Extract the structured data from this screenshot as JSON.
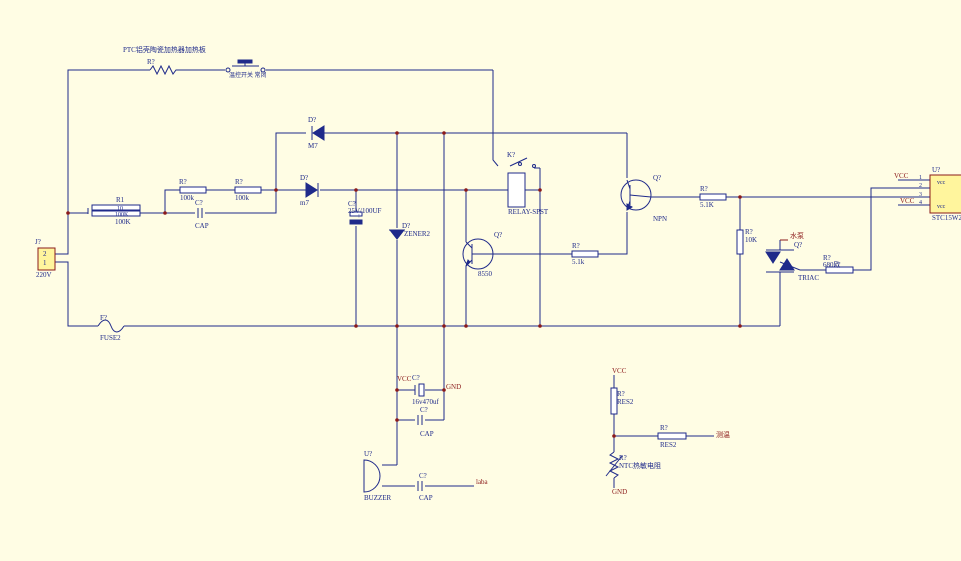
{
  "title": "PTC铝壳陶瓷加热器加热板",
  "components": {
    "r_ptc": "R?",
    "switch_label": "温控开关 常闭",
    "r1": {
      "ref": "R1",
      "v1": "10",
      "v2": "100K",
      "v3": "100K"
    },
    "r_a": {
      "ref": "R?",
      "value": "100k"
    },
    "r_b": {
      "ref": "R?",
      "value": "100k"
    },
    "c_cap1": {
      "ref": "C?",
      "value": "CAP"
    },
    "d_top": {
      "ref": "D?",
      "value": "M7"
    },
    "d_mid": {
      "ref": "D?",
      "value": "m7"
    },
    "c_elec": {
      "ref": "C?",
      "value": "25V/100UF"
    },
    "zener": {
      "ref": "D?",
      "value": "ZENER2"
    },
    "relay": {
      "ref": "K?",
      "value": "RELAY-SPST"
    },
    "q_pnp": {
      "ref": "Q?",
      "value": "8550"
    },
    "r_base": {
      "ref": "R?",
      "value": "5.1k"
    },
    "q_npn": {
      "ref": "Q?",
      "value": "NPN"
    },
    "r_51k": {
      "ref": "R?",
      "value": "5.1K"
    },
    "r_10k": {
      "ref": "R?",
      "value": "10K"
    },
    "triac": {
      "ref": "Q?",
      "value": "TRIAC"
    },
    "triac_note": "水泵",
    "r_680": {
      "ref": "R?",
      "value": "680欧"
    },
    "mcu": {
      "ref": "U?",
      "value": "STC15W2",
      "pin1": "1",
      "pin2": "2",
      "pin3": "3",
      "pin4": "4",
      "vcc_a": "vcc",
      "vcc_b": "vcc",
      "net1": "VCC",
      "net2": "VCC"
    },
    "j1": {
      "ref": "J?",
      "value": "220V",
      "pin_a": "2",
      "pin_b": "1"
    },
    "fuse": {
      "ref": "F?",
      "value": "FUSE2"
    },
    "c_bulk": {
      "ref": "C?",
      "value": "16v470uf",
      "vcc": "VCC",
      "gnd": "GND"
    },
    "c_bulk2": {
      "ref": "C?",
      "value": "CAP"
    },
    "buzzer": {
      "ref": "U?",
      "value": "BUZZER"
    },
    "c_buzz": {
      "ref": "C?",
      "value": "CAP",
      "net": "laba"
    },
    "ntc_div": {
      "vcc": "VCC",
      "r_top": "R?",
      "r_top_v": "RES2",
      "r_out": "R?",
      "r_out_v": "RES2",
      "net": "测温",
      "ntc": "R?",
      "ntc_v": "NTC热敏电阻",
      "gnd": "GND"
    }
  },
  "colors": {
    "background": "#fffde4",
    "wire": "#1f2a8a",
    "junction": "#8b1a1a",
    "power": "#8b1a1a",
    "part_fill": "#fff59d"
  }
}
